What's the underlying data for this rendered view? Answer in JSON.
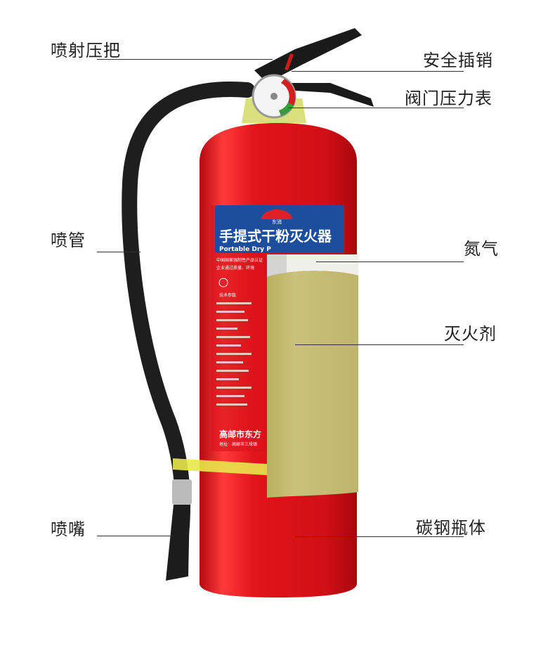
{
  "labels": {
    "trigger": "喷射压把",
    "hose": "喷管",
    "nozzle": "喷嘴",
    "safety_pin": "安全插销",
    "pressure_gauge": "阀门压力表",
    "nitrogen": "氮气",
    "extinguishing_agent": "灭火剂",
    "cylinder_body": "碳钢瓶体"
  },
  "product_label": {
    "brand": "东消",
    "title_cn": "手提式干粉灭火器",
    "title_en": "Portable Dry P",
    "cert_line1": "中国国家强制性产品认证",
    "cert_line2": "企业通过质量、环境",
    "tech_params": "技术参数",
    "manufacturer": "高邮市东方",
    "address": "地址：高邮市三垛镇"
  },
  "colors": {
    "cylinder": "#e0141a",
    "label_blue": "#1d4e9e",
    "agent": "#c5bd72",
    "hose": "#222222"
  }
}
